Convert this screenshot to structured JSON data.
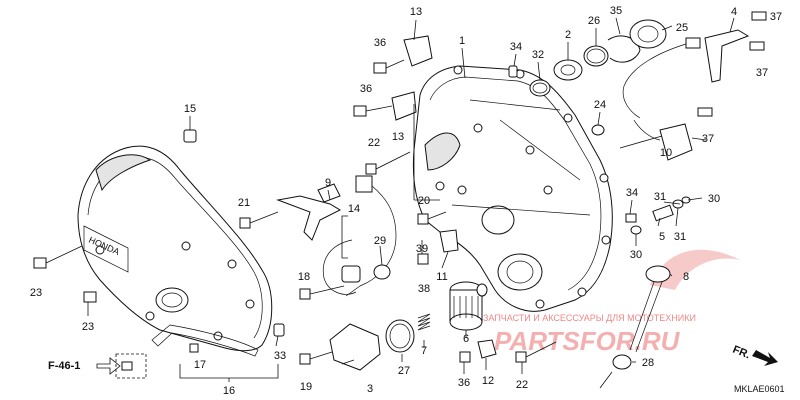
{
  "diagram": {
    "callouts": [
      {
        "id": "c13a",
        "text": "13"
      },
      {
        "id": "c1",
        "text": "1"
      },
      {
        "id": "c2",
        "text": "2"
      },
      {
        "id": "c26",
        "text": "26"
      },
      {
        "id": "c35",
        "text": "35"
      },
      {
        "id": "c25",
        "text": "25"
      },
      {
        "id": "c4",
        "text": "4"
      },
      {
        "id": "c37a",
        "text": "37"
      },
      {
        "id": "c37b",
        "text": "37"
      },
      {
        "id": "c36a",
        "text": "36"
      },
      {
        "id": "c34a",
        "text": "34"
      },
      {
        "id": "c32",
        "text": "32"
      },
      {
        "id": "c36b",
        "text": "36"
      },
      {
        "id": "c13b",
        "text": "13"
      },
      {
        "id": "c24",
        "text": "24"
      },
      {
        "id": "c15",
        "text": "15"
      },
      {
        "id": "c37c",
        "text": "37"
      },
      {
        "id": "c22a",
        "text": "22"
      },
      {
        "id": "c10",
        "text": "10"
      },
      {
        "id": "c9",
        "text": "9"
      },
      {
        "id": "c34b",
        "text": "34"
      },
      {
        "id": "c31a",
        "text": "31"
      },
      {
        "id": "c30a",
        "text": "30"
      },
      {
        "id": "c21",
        "text": "21"
      },
      {
        "id": "c14",
        "text": "14"
      },
      {
        "id": "c20",
        "text": "20"
      },
      {
        "id": "c5",
        "text": "5"
      },
      {
        "id": "c31b",
        "text": "31"
      },
      {
        "id": "c29",
        "text": "29"
      },
      {
        "id": "c30b",
        "text": "30"
      },
      {
        "id": "c39",
        "text": "39"
      },
      {
        "id": "c23a",
        "text": "23"
      },
      {
        "id": "c11",
        "text": "11"
      },
      {
        "id": "c8",
        "text": "8"
      },
      {
        "id": "c18",
        "text": "18"
      },
      {
        "id": "c38",
        "text": "38"
      },
      {
        "id": "c23b",
        "text": "23"
      },
      {
        "id": "c6",
        "text": "6"
      },
      {
        "id": "c7",
        "text": "7"
      },
      {
        "id": "c27",
        "text": "27"
      },
      {
        "id": "c17",
        "text": "17"
      },
      {
        "id": "c33",
        "text": "33"
      },
      {
        "id": "c28",
        "text": "28"
      },
      {
        "id": "c19",
        "text": "19"
      },
      {
        "id": "c3",
        "text": "3"
      },
      {
        "id": "c36c",
        "text": "36"
      },
      {
        "id": "c12",
        "text": "12"
      },
      {
        "id": "c22b",
        "text": "22"
      },
      {
        "id": "c16",
        "text": "16"
      }
    ],
    "reference_label": "F-46-1",
    "front_label": "FR.",
    "diagram_code": "MKLAE0601",
    "cover_brand": "HONDA",
    "watermark_line": "ЗАПЧАСТИ И АКСЕССУАРЫ ДЛЯ МОТОТЕХНИКИ",
    "watermark_logo": "PARTSFOR.RU"
  }
}
